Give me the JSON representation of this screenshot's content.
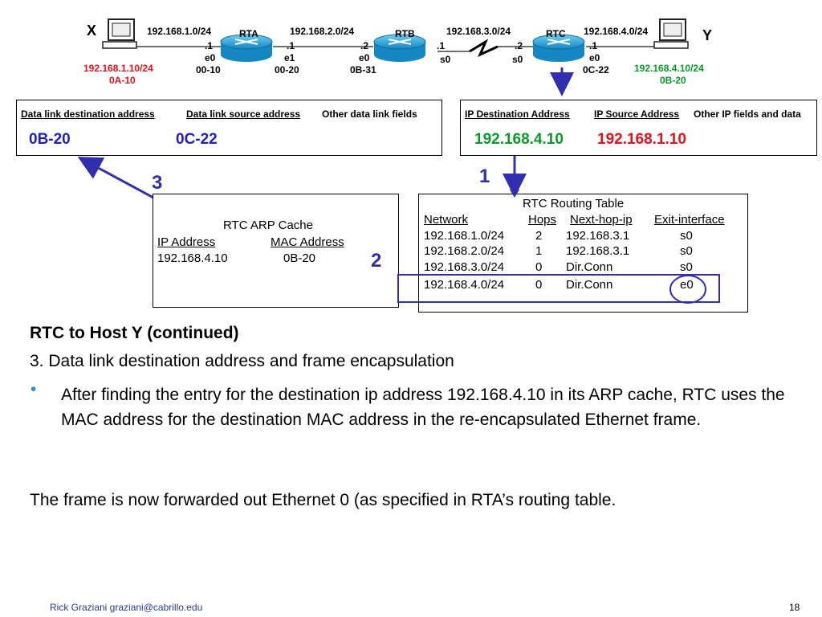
{
  "topology": {
    "host_x": {
      "name": "X",
      "ip": "192.168.1.10/24",
      "mac": "0A-10"
    },
    "host_y": {
      "name": "Y",
      "ip": "192.168.4.10/24",
      "mac": "0B-20"
    },
    "routers": [
      "RTA",
      "RTB",
      "RTC"
    ],
    "networks": [
      "192.168.1.0/24",
      "192.168.2.0/24",
      "192.168.3.0/24",
      "192.168.4.0/24"
    ],
    "ifaces": {
      "rta_e0": {
        "octet": ".1",
        "name": "e0",
        "mac": "00-10"
      },
      "rta_e1": {
        "octet": ".1",
        "name": "e1",
        "mac": "00-20"
      },
      "rtb_e0": {
        "octet": ".2",
        "name": "e0",
        "mac": "0B-31"
      },
      "rtb_s0": {
        "octet": ".1",
        "name": "s0"
      },
      "rtc_s0": {
        "octet": ".2",
        "name": "s0"
      },
      "rtc_e0": {
        "octet": ".1",
        "name": "e0",
        "mac": "0C-22"
      }
    }
  },
  "frame": {
    "h_dst": "Data link destination address",
    "h_src": "Data link source address",
    "h_other": "Other data link fields",
    "dst": "0B-20",
    "src": "0C-22"
  },
  "packet": {
    "h_dst": "IP Destination Address",
    "h_src": "IP Source Address",
    "h_other": "Other IP fields and data",
    "dst": "192.168.4.10",
    "src": "192.168.1.10"
  },
  "arp": {
    "title": "RTC ARP Cache",
    "h_ip": "IP Address",
    "h_mac": "MAC Address",
    "ip": "192.168.4.10",
    "mac": "0B-20"
  },
  "routing": {
    "title": "RTC Routing Table",
    "headers": [
      "Network",
      "Hops",
      "Next-hop-ip",
      "Exit-interface"
    ],
    "rows": [
      [
        "192.168.1.0/24",
        "2",
        "192.168.3.1",
        "s0"
      ],
      [
        "192.168.2.0/24",
        "1",
        "192.168.3.1",
        "s0"
      ],
      [
        "192.168.3.0/24",
        "0",
        "Dir.Conn",
        "s0"
      ],
      [
        "192.168.4.0/24",
        "0",
        "Dir.Conn",
        "e0"
      ]
    ]
  },
  "steps": [
    "1",
    "2",
    "3"
  ],
  "text": {
    "heading": "RTC to Host Y (continued)",
    "item": "3.  Data link destination address and frame encapsulation",
    "bullet_mark": "•",
    "bullet": "After finding the entry for the destination ip address 192.168.4.10 in its ARP cache, RTC uses the MAC address for the destination MAC address in the re-encapsulated Ethernet frame.",
    "closing": "The frame is now forwarded out Ethernet 0 (as specified in RTA’s routing table."
  },
  "footer": {
    "author": "Rick Graziani  graziani@cabrillo.edu",
    "page": "18"
  },
  "colors": {
    "arrow": "#2f2fb0",
    "red": "#e8101a",
    "green": "#0a9a2a",
    "router": "#1fa3d8"
  }
}
